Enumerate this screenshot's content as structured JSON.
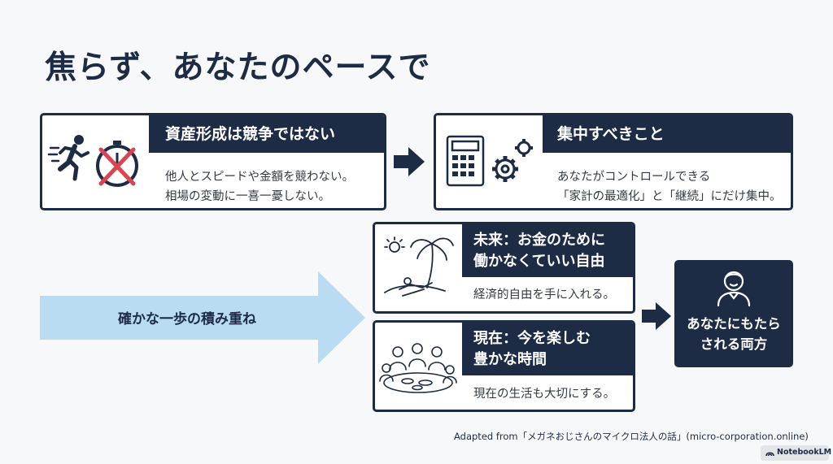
{
  "title": "焦らず、あなたのペースで",
  "card1": {
    "heading": "資産形成は競争ではない",
    "lines": [
      "他人とスピードや金額を競わない。",
      "相場の変動に一喜一憂しない。"
    ],
    "icons": [
      "running-person-icon",
      "stopwatch-crossed-icon"
    ]
  },
  "card2": {
    "heading": "集中すべきこと",
    "lines": [
      "あなたがコントロールできる",
      "「家計の最適化」と「継続」にだけ集中。"
    ],
    "icons": [
      "calculator-icon",
      "gears-icon"
    ]
  },
  "arrow_label": "確かな一歩の積み重ね",
  "card3": {
    "heading_lines": [
      "未来：お金のために",
      "働かなくていい自由"
    ],
    "body": "経済的自由を手に入れる。",
    "icon": "beach-relaxing-icon"
  },
  "card4": {
    "heading_lines": [
      "現在：今を楽しむ",
      "豊かな時間"
    ],
    "body": "現在の生活も大切にする。",
    "icon": "family-dinner-icon"
  },
  "result": {
    "lines": [
      "あなたにもたら",
      "される両方"
    ],
    "icon": "person-avatar-icon"
  },
  "credit": "Adapted from「メガネおじさんのマイクロ法人の話」(micro-corporation.online)",
  "badge": "NotebookLM",
  "colors": {
    "navy": "#1d2b45",
    "arrow_blue": "#b9dcf2",
    "cross_red": "#d9444e"
  }
}
